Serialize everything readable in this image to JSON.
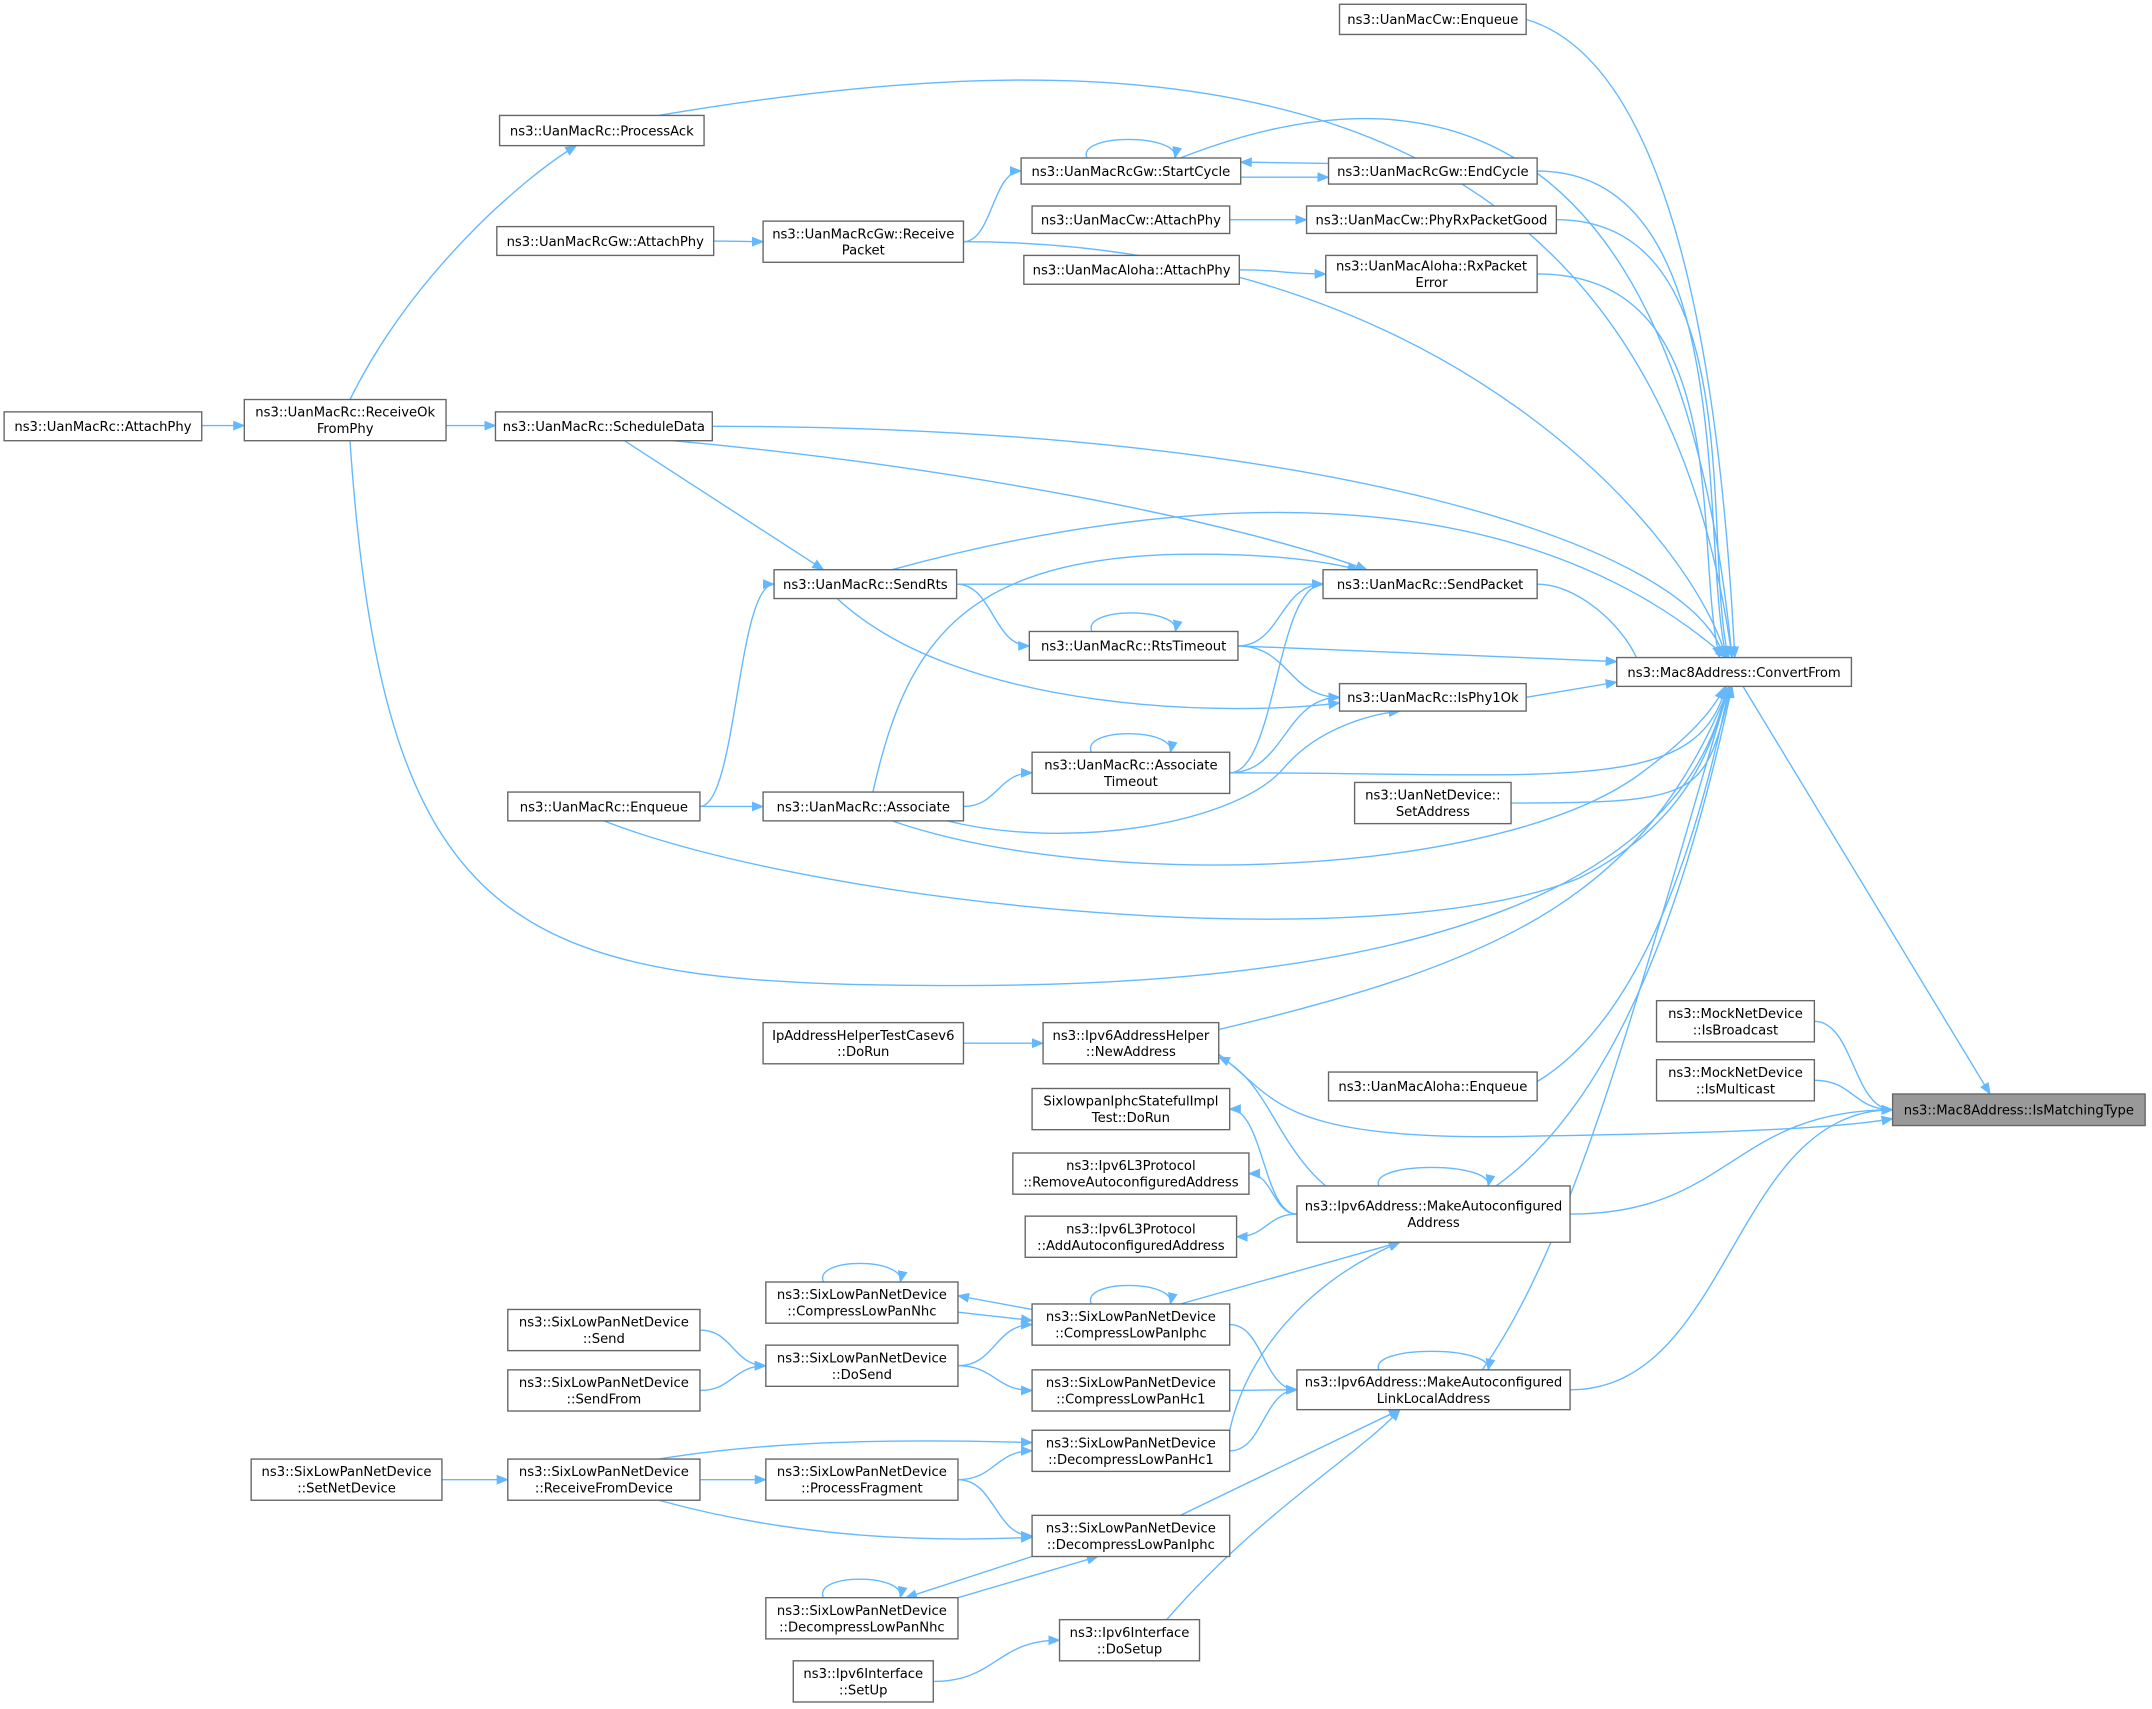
{
  "graph": {
    "type": "caller-graph",
    "colors": {
      "edge": "#63b8ff",
      "node_border": "#666666",
      "root_fill": "#999999",
      "node_fill": "#ffffff"
    },
    "root": "n28",
    "nodes": [
      {
        "id": "n1",
        "lines": [
          "ns3::UanMacCw::Enqueue"
        ]
      },
      {
        "id": "n2",
        "lines": [
          "ns3::UanMacRc::ProcessAck"
        ]
      },
      {
        "id": "n3",
        "lines": [
          "ns3::UanMacRcGw::StartCycle"
        ]
      },
      {
        "id": "n4",
        "lines": [
          "ns3::UanMacRcGw::EndCycle"
        ]
      },
      {
        "id": "n5",
        "lines": [
          "ns3::UanMacCw::AttachPhy"
        ]
      },
      {
        "id": "n6",
        "lines": [
          "ns3::UanMacCw::PhyRxPacketGood"
        ]
      },
      {
        "id": "n7",
        "lines": [
          "ns3::UanMacRcGw::AttachPhy"
        ]
      },
      {
        "id": "n8",
        "lines": [
          "ns3::UanMacRcGw::Receive",
          "Packet"
        ]
      },
      {
        "id": "n9",
        "lines": [
          "ns3::UanMacAloha::AttachPhy"
        ]
      },
      {
        "id": "n10",
        "lines": [
          "ns3::UanMacAloha::RxPacket",
          "Error"
        ]
      },
      {
        "id": "n11",
        "lines": [
          "ns3::UanMacRc::AttachPhy"
        ]
      },
      {
        "id": "n12",
        "lines": [
          "ns3::UanMacRc::ReceiveOk",
          "FromPhy"
        ]
      },
      {
        "id": "n13",
        "lines": [
          "ns3::UanMacRc::ScheduleData"
        ]
      },
      {
        "id": "n14",
        "lines": [
          "ns3::UanMacRc::SendRts"
        ]
      },
      {
        "id": "n15",
        "lines": [
          "ns3::UanMacRc::SendPacket"
        ]
      },
      {
        "id": "n16",
        "lines": [
          "ns3::UanMacRc::RtsTimeout"
        ]
      },
      {
        "id": "n17",
        "lines": [
          "ns3::Mac8Address::ConvertFrom"
        ]
      },
      {
        "id": "n18",
        "lines": [
          "ns3::UanMacRc::IsPhy1Ok"
        ]
      },
      {
        "id": "n19",
        "lines": [
          "ns3::UanMacRc::Associate",
          "Timeout"
        ]
      },
      {
        "id": "n20",
        "lines": [
          "ns3::UanMacRc::Enqueue"
        ]
      },
      {
        "id": "n21",
        "lines": [
          "ns3::UanMacRc::Associate"
        ]
      },
      {
        "id": "n22",
        "lines": [
          "ns3::UanNetDevice::",
          "SetAddress"
        ]
      },
      {
        "id": "n23",
        "lines": [
          "IpAddressHelperTestCasev6",
          "::DoRun"
        ]
      },
      {
        "id": "n24",
        "lines": [
          "ns3::Ipv6AddressHelper",
          "::NewAddress"
        ]
      },
      {
        "id": "n25",
        "lines": [
          "ns3::UanMacAloha::Enqueue"
        ]
      },
      {
        "id": "n26",
        "lines": [
          "ns3::MockNetDevice",
          "::IsBroadcast"
        ]
      },
      {
        "id": "n27",
        "lines": [
          "ns3::MockNetDevice",
          "::IsMulticast"
        ]
      },
      {
        "id": "n28",
        "lines": [
          "ns3::Mac8Address::IsMatchingType"
        ]
      },
      {
        "id": "n29",
        "lines": [
          "SixlowpanIphcStatefulImpl",
          "Test::DoRun"
        ]
      },
      {
        "id": "n30",
        "lines": [
          "ns3::Ipv6L3Protocol",
          "::RemoveAutoconfiguredAddress"
        ]
      },
      {
        "id": "n31",
        "lines": [
          "ns3::Ipv6Address::MakeAutoconfigured",
          "Address"
        ]
      },
      {
        "id": "n32",
        "lines": [
          "ns3::Ipv6L3Protocol",
          "::AddAutoconfiguredAddress"
        ]
      },
      {
        "id": "n33",
        "lines": [
          "ns3::SixLowPanNetDevice",
          "::CompressLowPanNhc"
        ]
      },
      {
        "id": "n34",
        "lines": [
          "ns3::SixLowPanNetDevice",
          "::Send"
        ]
      },
      {
        "id": "n35",
        "lines": [
          "ns3::SixLowPanNetDevice",
          "::CompressLowPanIphc"
        ]
      },
      {
        "id": "n36",
        "lines": [
          "ns3::SixLowPanNetDevice",
          "::DoSend"
        ]
      },
      {
        "id": "n37",
        "lines": [
          "ns3::SixLowPanNetDevice",
          "::SendFrom"
        ]
      },
      {
        "id": "n38",
        "lines": [
          "ns3::Ipv6Address::MakeAutoconfigured",
          "LinkLocalAddress"
        ]
      },
      {
        "id": "n39",
        "lines": [
          "ns3::SixLowPanNetDevice",
          "::CompressLowPanHc1"
        ]
      },
      {
        "id": "n40",
        "lines": [
          "ns3::SixLowPanNetDevice",
          "::DecompressLowPanHc1"
        ]
      },
      {
        "id": "n41",
        "lines": [
          "ns3::SixLowPanNetDevice",
          "::SetNetDevice"
        ]
      },
      {
        "id": "n42",
        "lines": [
          "ns3::SixLowPanNetDevice",
          "::ReceiveFromDevice"
        ]
      },
      {
        "id": "n43",
        "lines": [
          "ns3::SixLowPanNetDevice",
          "::ProcessFragment"
        ]
      },
      {
        "id": "n44",
        "lines": [
          "ns3::SixLowPanNetDevice",
          "::DecompressLowPanIphc"
        ]
      },
      {
        "id": "n45",
        "lines": [
          "ns3::SixLowPanNetDevice",
          "::DecompressLowPanNhc"
        ]
      },
      {
        "id": "n46",
        "lines": [
          "ns3::Ipv6Interface",
          "::DoSetup"
        ]
      },
      {
        "id": "n47",
        "lines": [
          "ns3::Ipv6Interface",
          "::SetUp"
        ]
      }
    ],
    "edges": [
      [
        "n1",
        "n17"
      ],
      [
        "n2",
        "n17"
      ],
      [
        "n3",
        "n17"
      ],
      [
        "n4",
        "n17"
      ],
      [
        "n6",
        "n17"
      ],
      [
        "n8",
        "n17"
      ],
      [
        "n10",
        "n17"
      ],
      [
        "n12",
        "n17"
      ],
      [
        "n13",
        "n17"
      ],
      [
        "n14",
        "n17"
      ],
      [
        "n15",
        "n17"
      ],
      [
        "n16",
        "n17"
      ],
      [
        "n18",
        "n17"
      ],
      [
        "n19",
        "n17"
      ],
      [
        "n20",
        "n17"
      ],
      [
        "n21",
        "n17"
      ],
      [
        "n22",
        "n17"
      ],
      [
        "n24",
        "n17"
      ],
      [
        "n25",
        "n17"
      ],
      [
        "n31",
        "n17"
      ],
      [
        "n38",
        "n17"
      ],
      [
        "n17",
        "n28"
      ],
      [
        "n26",
        "n28"
      ],
      [
        "n27",
        "n28"
      ],
      [
        "n24",
        "n28"
      ],
      [
        "n31",
        "n28"
      ],
      [
        "n38",
        "n28"
      ],
      [
        "n11",
        "n12"
      ],
      [
        "n12",
        "n2"
      ],
      [
        "n12",
        "n13"
      ],
      [
        "n7",
        "n8"
      ],
      [
        "n8",
        "n3"
      ],
      [
        "n3",
        "n3"
      ],
      [
        "n4",
        "n3"
      ],
      [
        "n3",
        "n4"
      ],
      [
        "n5",
        "n6"
      ],
      [
        "n9",
        "n10"
      ],
      [
        "n13",
        "n14"
      ],
      [
        "n13",
        "n15"
      ],
      [
        "n20",
        "n14"
      ],
      [
        "n14",
        "n15"
      ],
      [
        "n21",
        "n15"
      ],
      [
        "n14",
        "n16"
      ],
      [
        "n16",
        "n16"
      ],
      [
        "n16",
        "n15"
      ],
      [
        "n16",
        "n18"
      ],
      [
        "n14",
        "n18"
      ],
      [
        "n19",
        "n19"
      ],
      [
        "n19",
        "n15"
      ],
      [
        "n19",
        "n18"
      ],
      [
        "n21",
        "n19"
      ],
      [
        "n21",
        "n18"
      ],
      [
        "n20",
        "n21"
      ],
      [
        "n23",
        "n24"
      ],
      [
        "n31",
        "n29"
      ],
      [
        "n31",
        "n30"
      ],
      [
        "n31",
        "n32"
      ],
      [
        "n31",
        "n24"
      ],
      [
        "n31",
        "n31"
      ],
      [
        "n35",
        "n31"
      ],
      [
        "n40",
        "n31"
      ],
      [
        "n33",
        "n33"
      ],
      [
        "n35",
        "n33"
      ],
      [
        "n33",
        "n35"
      ],
      [
        "n35",
        "n35"
      ],
      [
        "n34",
        "n36"
      ],
      [
        "n37",
        "n36"
      ],
      [
        "n36",
        "n35"
      ],
      [
        "n36",
        "n39"
      ],
      [
        "n35",
        "n38"
      ],
      [
        "n39",
        "n38"
      ],
      [
        "n40",
        "n38"
      ],
      [
        "n44",
        "n38"
      ],
      [
        "n46",
        "n38"
      ],
      [
        "n38",
        "n38"
      ],
      [
        "n41",
        "n42"
      ],
      [
        "n42",
        "n43"
      ],
      [
        "n42",
        "n40"
      ],
      [
        "n43",
        "n40"
      ],
      [
        "n43",
        "n44"
      ],
      [
        "n42",
        "n44"
      ],
      [
        "n44",
        "n45"
      ],
      [
        "n45",
        "n44"
      ],
      [
        "n45",
        "n45"
      ],
      [
        "n47",
        "n46"
      ]
    ]
  }
}
